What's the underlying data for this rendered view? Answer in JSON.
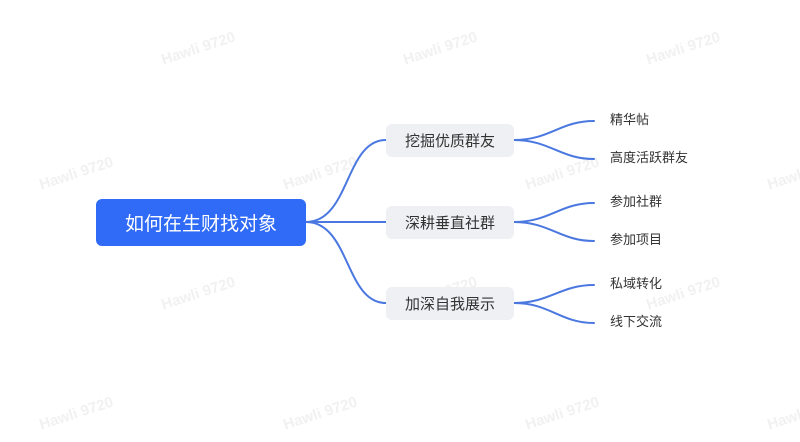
{
  "watermark": "Hawli 9720",
  "colors": {
    "root_bg": "#2f6bf6",
    "root_text": "#ffffff",
    "sub_bg": "#eef0f3",
    "text": "#333333",
    "link": "#4a78e0"
  },
  "root": {
    "label": "如何在生财找对象"
  },
  "branches": [
    {
      "label": "挖掘优质群友",
      "children": [
        {
          "label": "精华帖"
        },
        {
          "label": "高度活跃群友"
        }
      ]
    },
    {
      "label": "深耕垂直社群",
      "children": [
        {
          "label": "参加社群"
        },
        {
          "label": "参加项目"
        }
      ]
    },
    {
      "label": "加深自我展示",
      "children": [
        {
          "label": "私域转化"
        },
        {
          "label": "线下交流"
        }
      ]
    }
  ]
}
